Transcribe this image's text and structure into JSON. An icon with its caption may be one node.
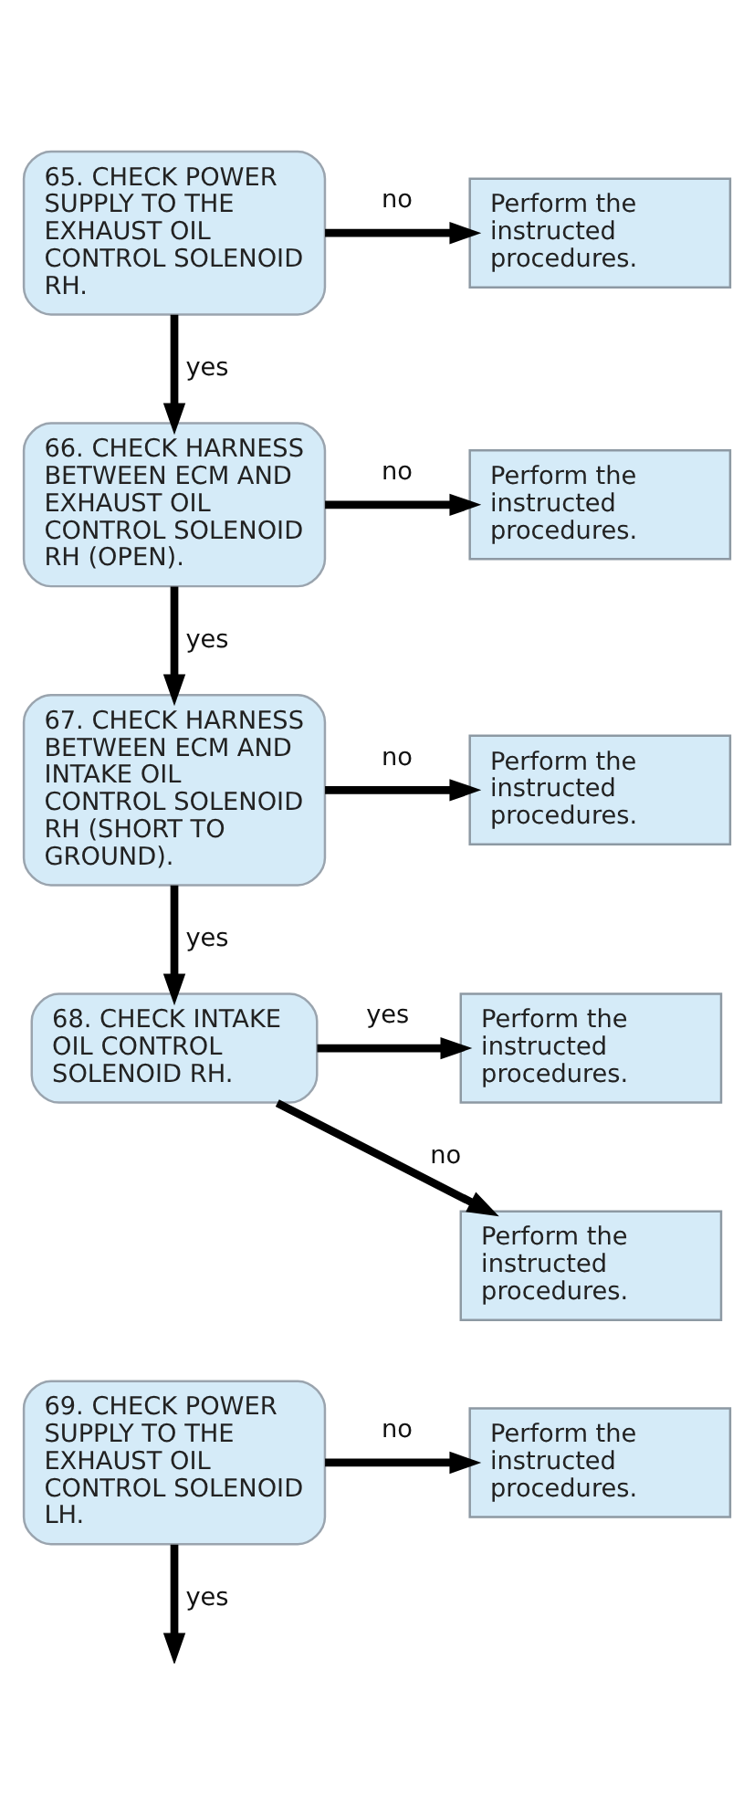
{
  "diagram": {
    "nodes": [
      {
        "text": [
          "65. CHECK POWER SUPPLY TO THE EXHAUST OIL CONTROL SOLENOID RH."
        ]
      },
      {
        "text": [
          "Perform the instructed procedures."
        ]
      },
      {
        "text": [
          "66. CHECK HARNESS BETWEEN ECM AND EXHAUST OIL CONTROL SOLENOID RH (OPEN)."
        ]
      },
      {
        "text": [
          "Perform the instructed procedures."
        ]
      },
      {
        "text": [
          "67. CHECK HARNESS BETWEEN ECM AND INTAKE OIL CONTROL SOLENOID RH (SHORT TO GROUND)."
        ]
      },
      {
        "text": [
          "Perform the instructed procedures."
        ]
      },
      {
        "text": [
          "68. CHECK INTAKE OIL CONTROL SOLENOID RH."
        ]
      },
      {
        "text": [
          "Perform the instructed procedures."
        ]
      },
      {
        "text": [
          "Perform the instructed procedures."
        ]
      },
      {
        "text": [
          "69. CHECK POWER SUPPLY TO THE EXHAUST OIL CONTROL SOLENOID LH."
        ]
      },
      {
        "text": [
          "Perform the instructed procedures."
        ]
      }
    ],
    "edges": [
      {
        "from": 0,
        "to": 1,
        "arrow": "to",
        "label": "no"
      },
      {
        "from": 0,
        "to": 2,
        "arrow": "to",
        "label": "yes"
      },
      {
        "from": 2,
        "to": 3,
        "arrow": "to",
        "label": "no"
      },
      {
        "from": 2,
        "to": 4,
        "arrow": "to",
        "label": "yes"
      },
      {
        "from": 4,
        "to": 5,
        "arrow": "to",
        "label": "no"
      },
      {
        "from": 4,
        "to": 6,
        "arrow": "to",
        "label": "yes"
      },
      {
        "from": 6,
        "to": 7,
        "arrow": "to",
        "label": "yes"
      },
      {
        "from": 6,
        "to": 8,
        "arrow": "to",
        "label": "no"
      },
      {
        "from": 9,
        "to": 10,
        "arrow": "to",
        "label": "no"
      },
      {
        "from": 9,
        "to": null,
        "arrow": "to",
        "label": "yes"
      }
    ]
  }
}
